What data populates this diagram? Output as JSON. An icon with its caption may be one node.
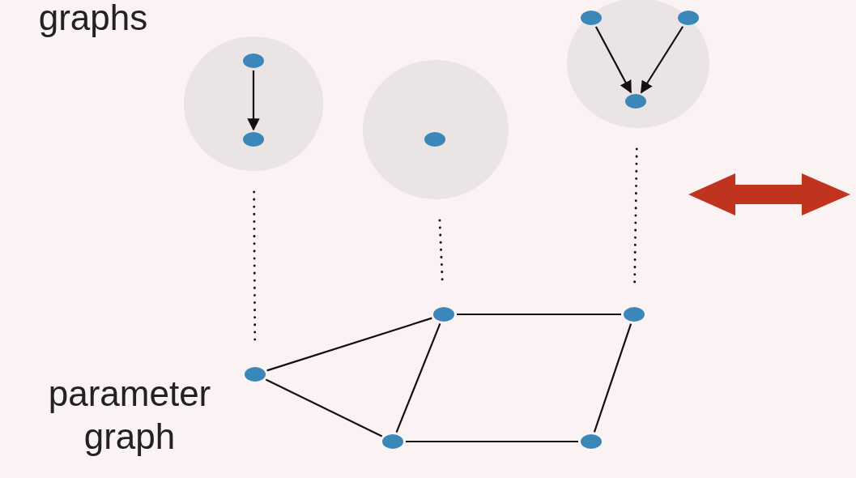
{
  "diagram": {
    "nodes": [
      {
        "text": [],
        "shape": "ellipse"
      },
      {
        "text": [],
        "shape": "circle",
        "in": 0
      },
      {
        "text": [],
        "shape": "circle",
        "in": 0
      },
      {
        "text": [],
        "shape": "ellipse"
      },
      {
        "text": [],
        "shape": "circle",
        "in": 3
      },
      {
        "text": [],
        "shape": "ellipse"
      },
      {
        "text": [],
        "shape": "circle",
        "in": 5
      },
      {
        "text": [],
        "shape": "circle",
        "in": 5
      },
      {
        "text": [],
        "shape": "circle",
        "in": 5
      },
      {
        "text": [],
        "shape": "circle"
      },
      {
        "text": [],
        "shape": "circle"
      },
      {
        "text": [],
        "shape": "circle"
      },
      {
        "text": [],
        "shape": "circle"
      },
      {
        "text": [],
        "shape": "circle"
      }
    ],
    "edges": [
      {
        "from": 1,
        "to": 2,
        "arrow": "to"
      },
      {
        "from": 6,
        "to": 8,
        "arrow": "to"
      },
      {
        "from": 7,
        "to": 8,
        "arrow": "to"
      },
      {
        "from": 0,
        "to": 11,
        "arrow": "none",
        "style": "dashed"
      },
      {
        "from": 3,
        "to": 9,
        "arrow": "none",
        "style": "dashed"
      },
      {
        "from": 5,
        "to": 10,
        "arrow": "none",
        "style": "dashed"
      },
      {
        "from": 11,
        "to": 9,
        "arrow": "none"
      },
      {
        "from": 11,
        "to": 12,
        "arrow": "none"
      },
      {
        "from": 9,
        "to": 10,
        "arrow": "none"
      },
      {
        "from": 9,
        "to": 12,
        "arrow": "none"
      },
      {
        "from": 10,
        "to": 13,
        "arrow": "none"
      },
      {
        "from": 12,
        "to": 13,
        "arrow": "none"
      }
    ],
    "labels": [
      "graphs",
      "parameter graph"
    ]
  }
}
